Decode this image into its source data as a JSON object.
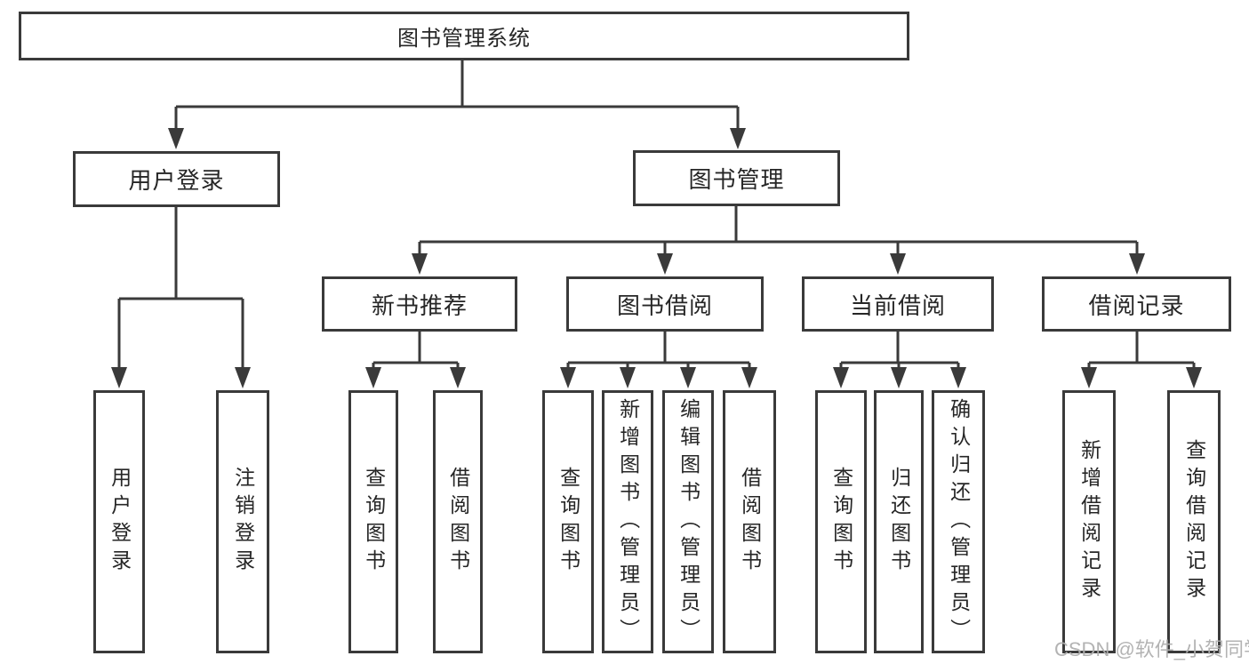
{
  "colors": {
    "line": "#3a3a3a",
    "box_border": "#3a3a3a",
    "text": "#262626",
    "watermark": "#afafaf",
    "background": "#ffffff"
  },
  "tree": {
    "root": "图书管理系统",
    "branches": [
      {
        "label": "用户登录",
        "children": [
          "用户登录",
          "注销登录"
        ]
      },
      {
        "label": "图书管理",
        "groups": [
          {
            "label": "新书推荐",
            "children": [
              "查询图书",
              "借阅图书"
            ]
          },
          {
            "label": "图书借阅",
            "children": [
              "查询图书",
              "新增图书（管理员）",
              "编辑图书（管理员）",
              "借阅图书"
            ]
          },
          {
            "label": "当前借阅",
            "children": [
              "查询图书",
              "归还图书",
              "确认归还（管理员）"
            ]
          },
          {
            "label": "借阅记录",
            "children": [
              "新增借阅记录",
              "查询借阅记录"
            ]
          }
        ]
      }
    ]
  },
  "watermark": "CSDN @软件_小贺同学"
}
